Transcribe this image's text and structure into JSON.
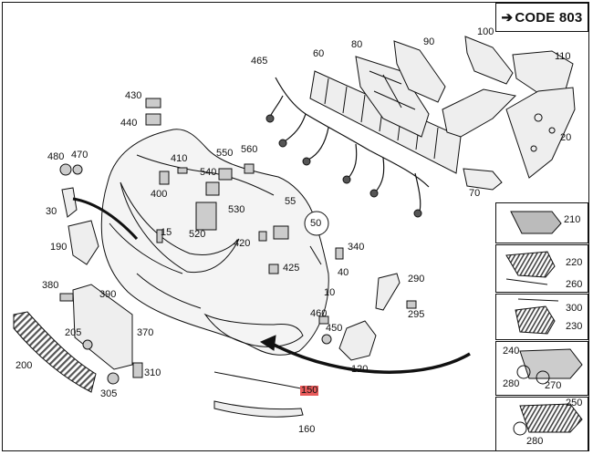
{
  "header": {
    "code_label": "CODE 803"
  },
  "colors": {
    "highlight": "#e85a5a",
    "line": "#111111",
    "part_fill": "#f2f2f2"
  },
  "callouts": [
    {
      "id": "c465",
      "label": "465"
    },
    {
      "id": "c60",
      "label": "60"
    },
    {
      "id": "c80",
      "label": "80"
    },
    {
      "id": "c90",
      "label": "90"
    },
    {
      "id": "c100",
      "label": "100"
    },
    {
      "id": "c110",
      "label": "110"
    },
    {
      "id": "c430",
      "label": "430"
    },
    {
      "id": "c440",
      "label": "440"
    },
    {
      "id": "c480",
      "label": "480"
    },
    {
      "id": "c470",
      "label": "470"
    },
    {
      "id": "c410",
      "label": "410"
    },
    {
      "id": "c550",
      "label": "550"
    },
    {
      "id": "c560",
      "label": "560"
    },
    {
      "id": "c540",
      "label": "540"
    },
    {
      "id": "c400",
      "label": "400"
    },
    {
      "id": "c20",
      "label": "20"
    },
    {
      "id": "c70",
      "label": "70"
    },
    {
      "id": "c30",
      "label": "30"
    },
    {
      "id": "c530",
      "label": "530"
    },
    {
      "id": "c55",
      "label": "55"
    },
    {
      "id": "c50",
      "label": "50"
    },
    {
      "id": "c15",
      "label": "15"
    },
    {
      "id": "c520",
      "label": "520"
    },
    {
      "id": "c420",
      "label": "420"
    },
    {
      "id": "c190",
      "label": "190"
    },
    {
      "id": "c340",
      "label": "340"
    },
    {
      "id": "c425",
      "label": "425"
    },
    {
      "id": "c40",
      "label": "40"
    },
    {
      "id": "c290",
      "label": "290"
    },
    {
      "id": "c380",
      "label": "380"
    },
    {
      "id": "c390",
      "label": "390"
    },
    {
      "id": "c10",
      "label": "10"
    },
    {
      "id": "c295",
      "label": "295"
    },
    {
      "id": "c460",
      "label": "460"
    },
    {
      "id": "c450",
      "label": "450"
    },
    {
      "id": "c370",
      "label": "370"
    },
    {
      "id": "c205",
      "label": "205"
    },
    {
      "id": "c200",
      "label": "200"
    },
    {
      "id": "c120",
      "label": "120"
    },
    {
      "id": "c310",
      "label": "310"
    },
    {
      "id": "c305",
      "label": "305"
    },
    {
      "id": "c150",
      "label": "150",
      "highlight": true
    },
    {
      "id": "c160",
      "label": "160"
    },
    {
      "id": "c210",
      "label": "210"
    },
    {
      "id": "c220",
      "label": "220"
    },
    {
      "id": "c260",
      "label": "260"
    },
    {
      "id": "c300",
      "label": "300"
    },
    {
      "id": "c230",
      "label": "230"
    },
    {
      "id": "c240",
      "label": "240"
    },
    {
      "id": "c280a",
      "label": "280"
    },
    {
      "id": "c270",
      "label": "270"
    },
    {
      "id": "c250",
      "label": "250"
    },
    {
      "id": "c280b",
      "label": "280"
    }
  ]
}
